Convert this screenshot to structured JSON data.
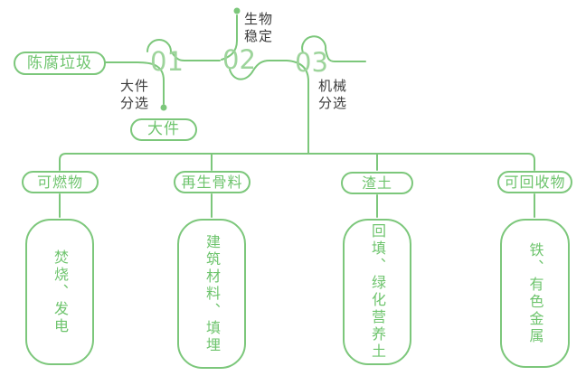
{
  "diagram": {
    "title_semantic": "aged-waste-treatment-flow",
    "source": {
      "label": "陈腐垃圾"
    },
    "steps": [
      {
        "number": "01",
        "process": "大件\n分选",
        "output": "大件"
      },
      {
        "number": "02",
        "process": "生物\n稳定"
      },
      {
        "number": "03",
        "process": "机械\n分选"
      }
    ],
    "branches": [
      {
        "category": "可燃物",
        "detail": "焚烧、发电"
      },
      {
        "category": "再生骨料",
        "detail": "建筑材料、填埋"
      },
      {
        "category": "渣土",
        "detail": "回填、绿化营养土"
      },
      {
        "category": "可回收物",
        "detail": "铁、有色金属"
      }
    ],
    "colors": {
      "line": "#7cc77b",
      "step_number": "#9dd49b",
      "process_label": "#3b3b3b",
      "background": "#ffffff"
    }
  }
}
